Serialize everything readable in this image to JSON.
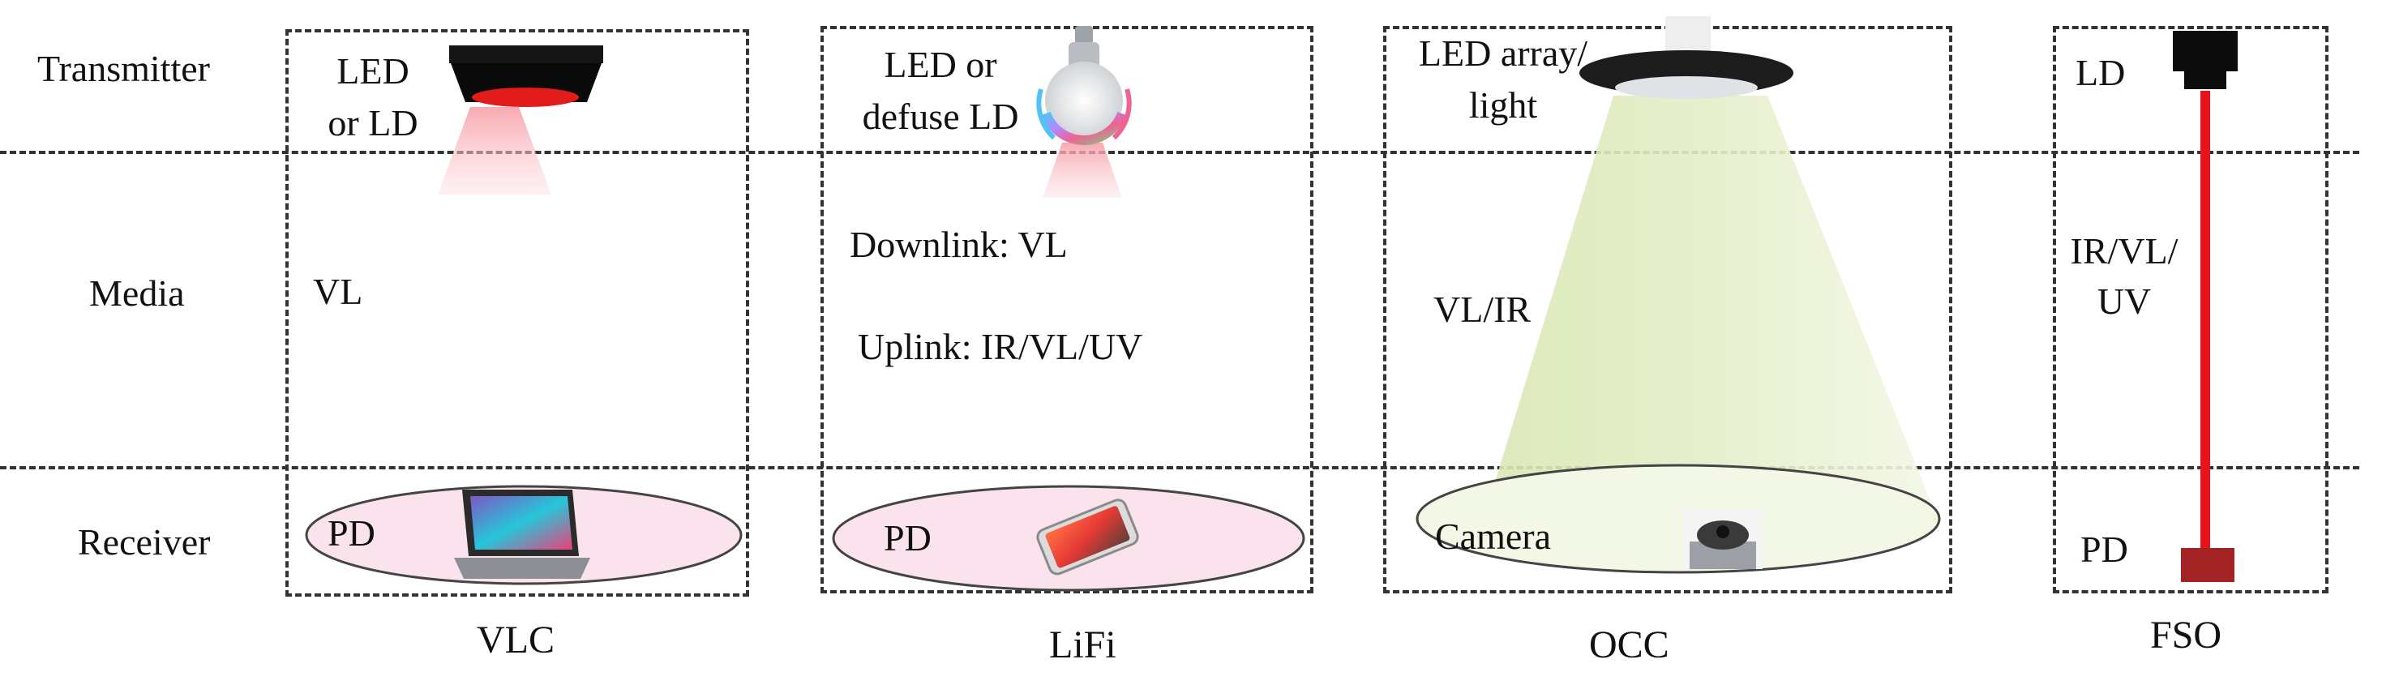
{
  "rows": {
    "transmitter": "Transmitter",
    "media": "Media",
    "receiver": "Receiver"
  },
  "columns": [
    {
      "caption": "VLC",
      "transmitter": [
        "LED",
        "or LD"
      ],
      "media": [
        "VL"
      ],
      "receiver": "PD"
    },
    {
      "caption": "LiFi",
      "transmitter": [
        "LED or",
        "defuse LD"
      ],
      "media": [
        "Downlink: VL",
        "Uplink: IR/VL/UV"
      ],
      "receiver": "PD"
    },
    {
      "caption": "OCC",
      "transmitter": [
        "LED array/",
        "light"
      ],
      "media": [
        "VL/IR"
      ],
      "receiver": "Camera"
    },
    {
      "caption": "FSO",
      "transmitter": [
        "LD"
      ],
      "media": [
        "IR/VL/",
        "UV"
      ],
      "receiver": "PD"
    }
  ]
}
